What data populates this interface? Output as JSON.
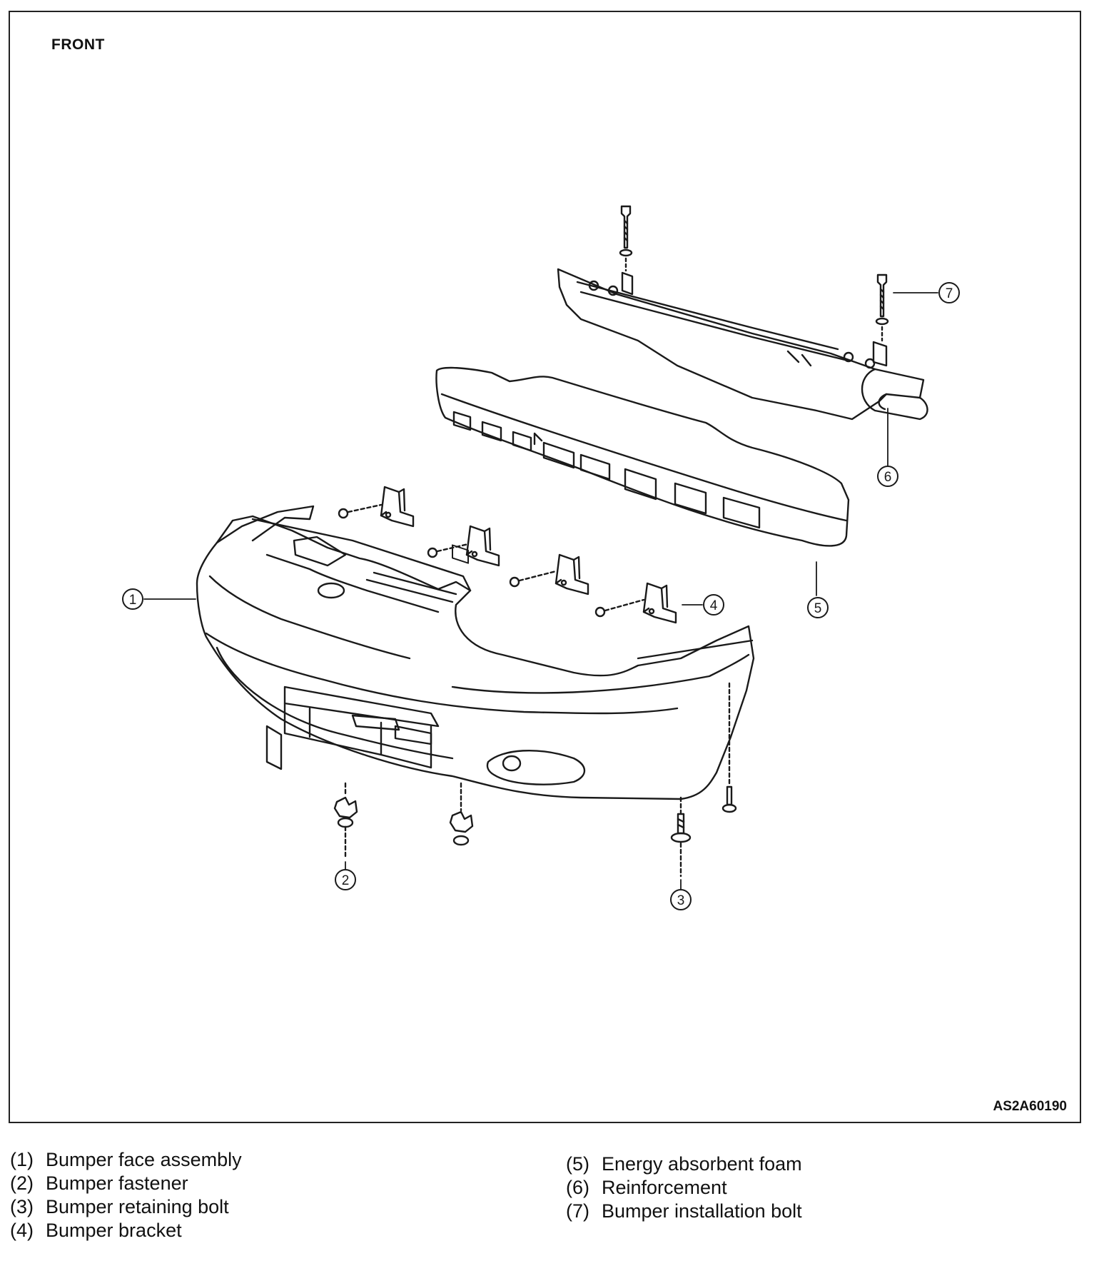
{
  "figure": {
    "view_label": "FRONT",
    "code": "AS2A60190"
  },
  "callouts": [
    {
      "id": "1",
      "glyph": "①"
    },
    {
      "id": "2",
      "glyph": "②"
    },
    {
      "id": "3",
      "glyph": "③"
    },
    {
      "id": "4",
      "glyph": "④"
    },
    {
      "id": "5",
      "glyph": "⑤"
    },
    {
      "id": "6",
      "glyph": "⑥"
    },
    {
      "id": "7",
      "glyph": "⑦"
    }
  ],
  "legend": {
    "left": [
      {
        "num": "(1)",
        "label": "Bumper face assembly"
      },
      {
        "num": "(2)",
        "label": "Bumper fastener"
      },
      {
        "num": "(3)",
        "label": "Bumper retaining bolt"
      },
      {
        "num": "(4)",
        "label": "Bumper bracket"
      }
    ],
    "right": [
      {
        "num": "(5)",
        "label": "Energy absorbent foam"
      },
      {
        "num": "(6)",
        "label": "Reinforcement"
      },
      {
        "num": "(7)",
        "label": "Bumper installation bolt"
      }
    ]
  }
}
